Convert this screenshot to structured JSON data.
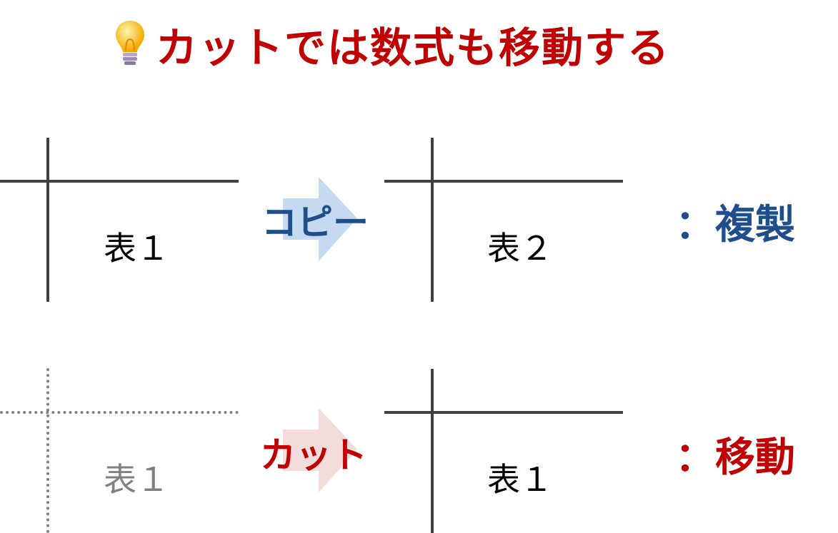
{
  "title": {
    "icon": "lightbulb-icon",
    "text": "カットでは数式も移動する",
    "color": "#c00000"
  },
  "rows": [
    {
      "source_label": "表１",
      "source_style": "solid",
      "action_label": "コピー",
      "action_color": "#1f4e8c",
      "arrow_color": "#c5d9f1",
      "target_label": "表２",
      "result_label": "：複製",
      "result_color": "#1f4e8c"
    },
    {
      "source_label": "表１",
      "source_style": "dotted",
      "action_label": "カット",
      "action_color": "#c00000",
      "arrow_color": "#f4dcdc",
      "target_label": "表１",
      "result_label": "：移動",
      "result_color": "#c00000"
    }
  ]
}
